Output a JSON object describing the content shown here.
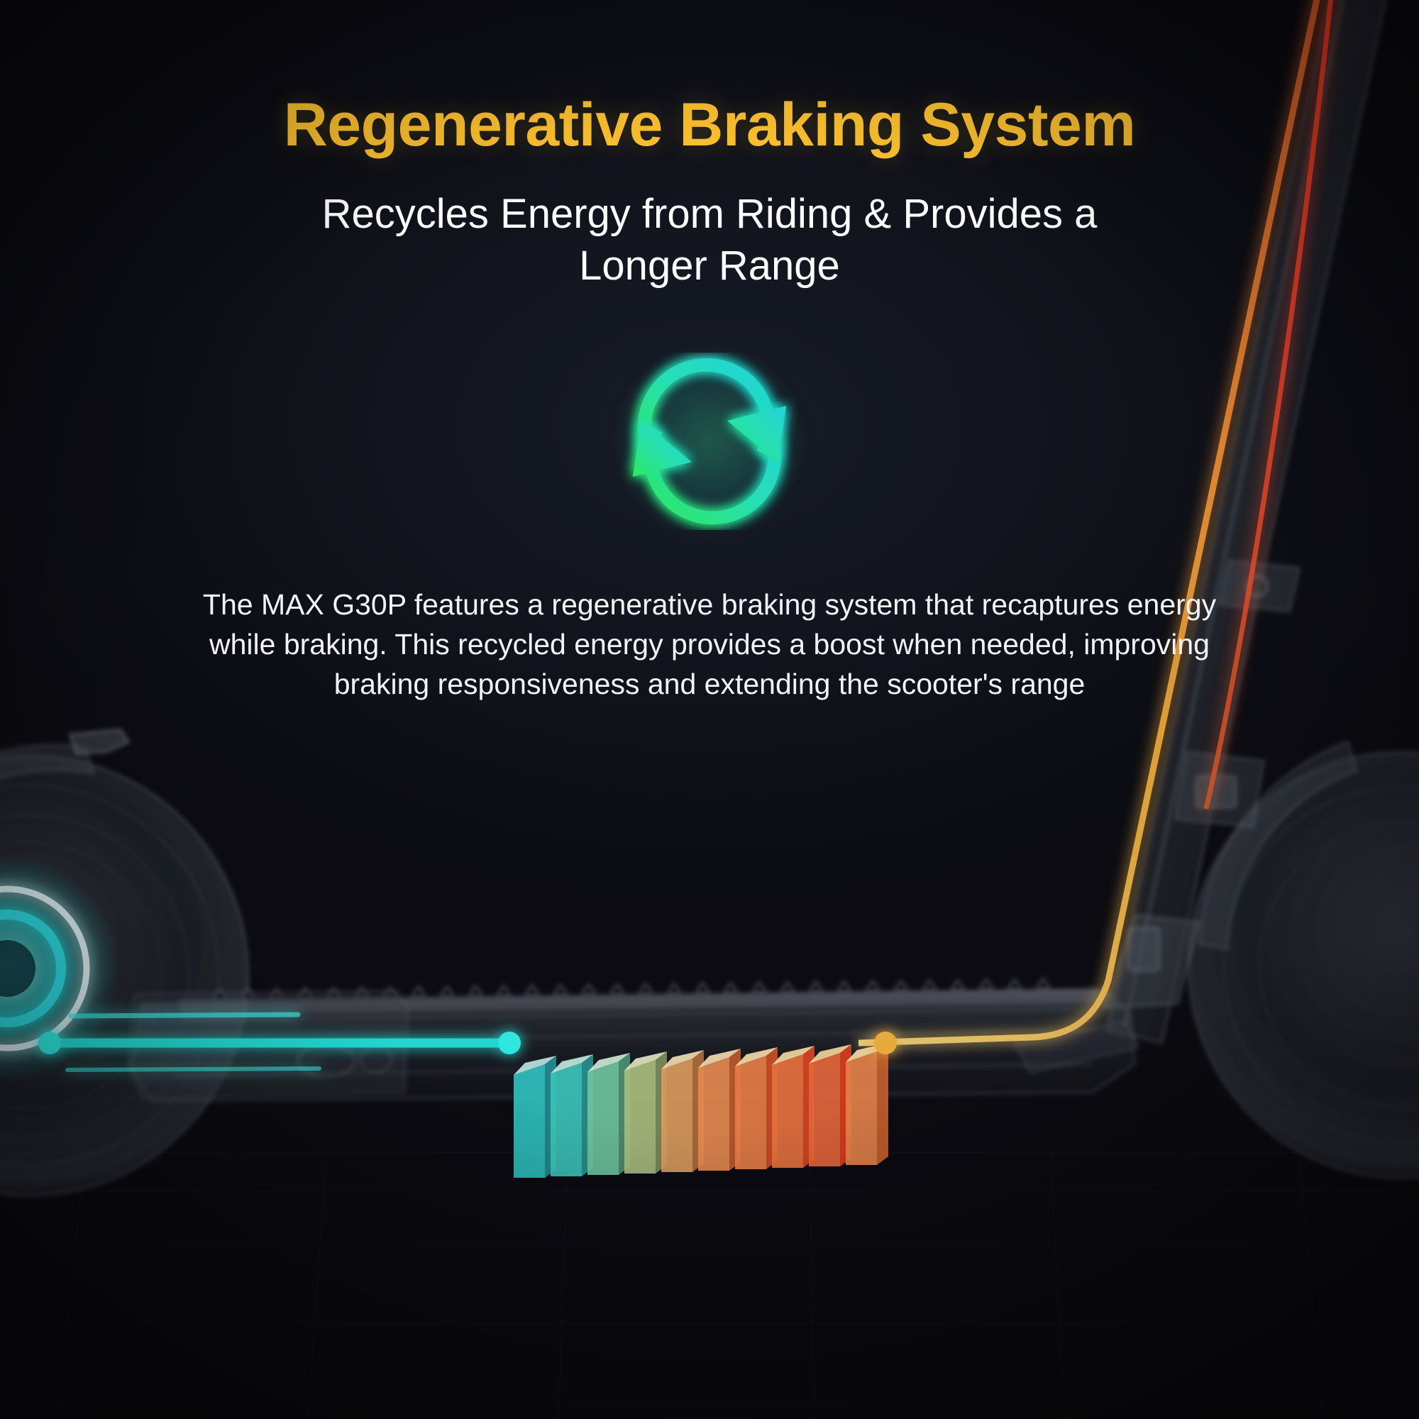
{
  "page": {
    "background_color": "#12141d",
    "accent_color": "#fbc02d",
    "text_color": "#ffffff",
    "energy_in_color": "#21d6cf",
    "energy_out_color": "#e8a93c"
  },
  "header": {
    "title": "Regenerative Braking System",
    "subtitle": "Recycles Energy from Riding & Provides a Longer Range"
  },
  "feature_icon": {
    "name": "recycle-arrows-icon",
    "label": "Recycle energy loop",
    "gradient_from": "#2fe08a",
    "gradient_to": "#22d3d8"
  },
  "body": {
    "description": "The MAX G30P features a regenerative braking system that recaptures energy while braking. This recycled energy provides a boost when needed, improving braking responsiveness and extending the scooter's range"
  },
  "illustration": {
    "name": "electric-scooter-cutaway",
    "product_model": "MAX G30P",
    "parts": [
      {
        "name": "rear-wheel-hub-motor",
        "glow_color": "#21d6cf"
      },
      {
        "name": "deck-battery-pack",
        "cell_count": 10
      },
      {
        "name": "front-wheel"
      },
      {
        "name": "handlebar-stem"
      },
      {
        "name": "energy-cable-in",
        "color": "#21d6cf"
      },
      {
        "name": "energy-cable-out",
        "color": "#e8a93c"
      },
      {
        "name": "brake-cable",
        "color": "#e8412a"
      }
    ],
    "battery_cells": [
      {
        "index": 1,
        "color": "#2fc0bd"
      },
      {
        "index": 2,
        "color": "#43c5b4"
      },
      {
        "index": 3,
        "color": "#74c49a"
      },
      {
        "index": 4,
        "color": "#a7bd7c"
      },
      {
        "index": 5,
        "color": "#d99a5d"
      },
      {
        "index": 6,
        "color": "#e4894f"
      },
      {
        "index": 7,
        "color": "#e57d46"
      },
      {
        "index": 8,
        "color": "#e5713f"
      },
      {
        "index": 9,
        "color": "#e2663b"
      },
      {
        "index": 10,
        "color": "#e2814a"
      }
    ]
  }
}
